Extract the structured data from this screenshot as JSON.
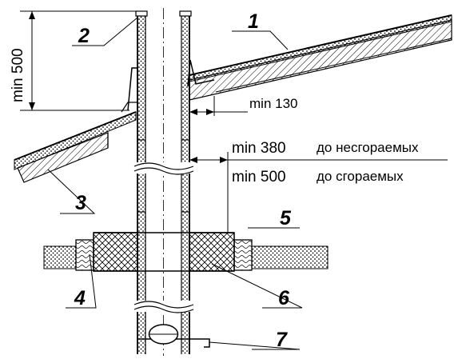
{
  "callouts": [
    {
      "id": "c1",
      "text": "1"
    },
    {
      "id": "c2",
      "text": "2"
    },
    {
      "id": "c3",
      "text": "3"
    },
    {
      "id": "c4",
      "text": "4"
    },
    {
      "id": "c5",
      "text": "5"
    },
    {
      "id": "c6",
      "text": "6"
    },
    {
      "id": "c7",
      "text": "7"
    }
  ],
  "dimensions": {
    "roof_height": "min 500",
    "roof_clearance": "min 130",
    "nonflammable_value": "min 380",
    "nonflammable_note": "до несгораемых",
    "flammable_value": "min 500",
    "flammable_note": "до сгораемых"
  },
  "colors": {
    "ink": "#000000",
    "paper": "#ffffff"
  }
}
